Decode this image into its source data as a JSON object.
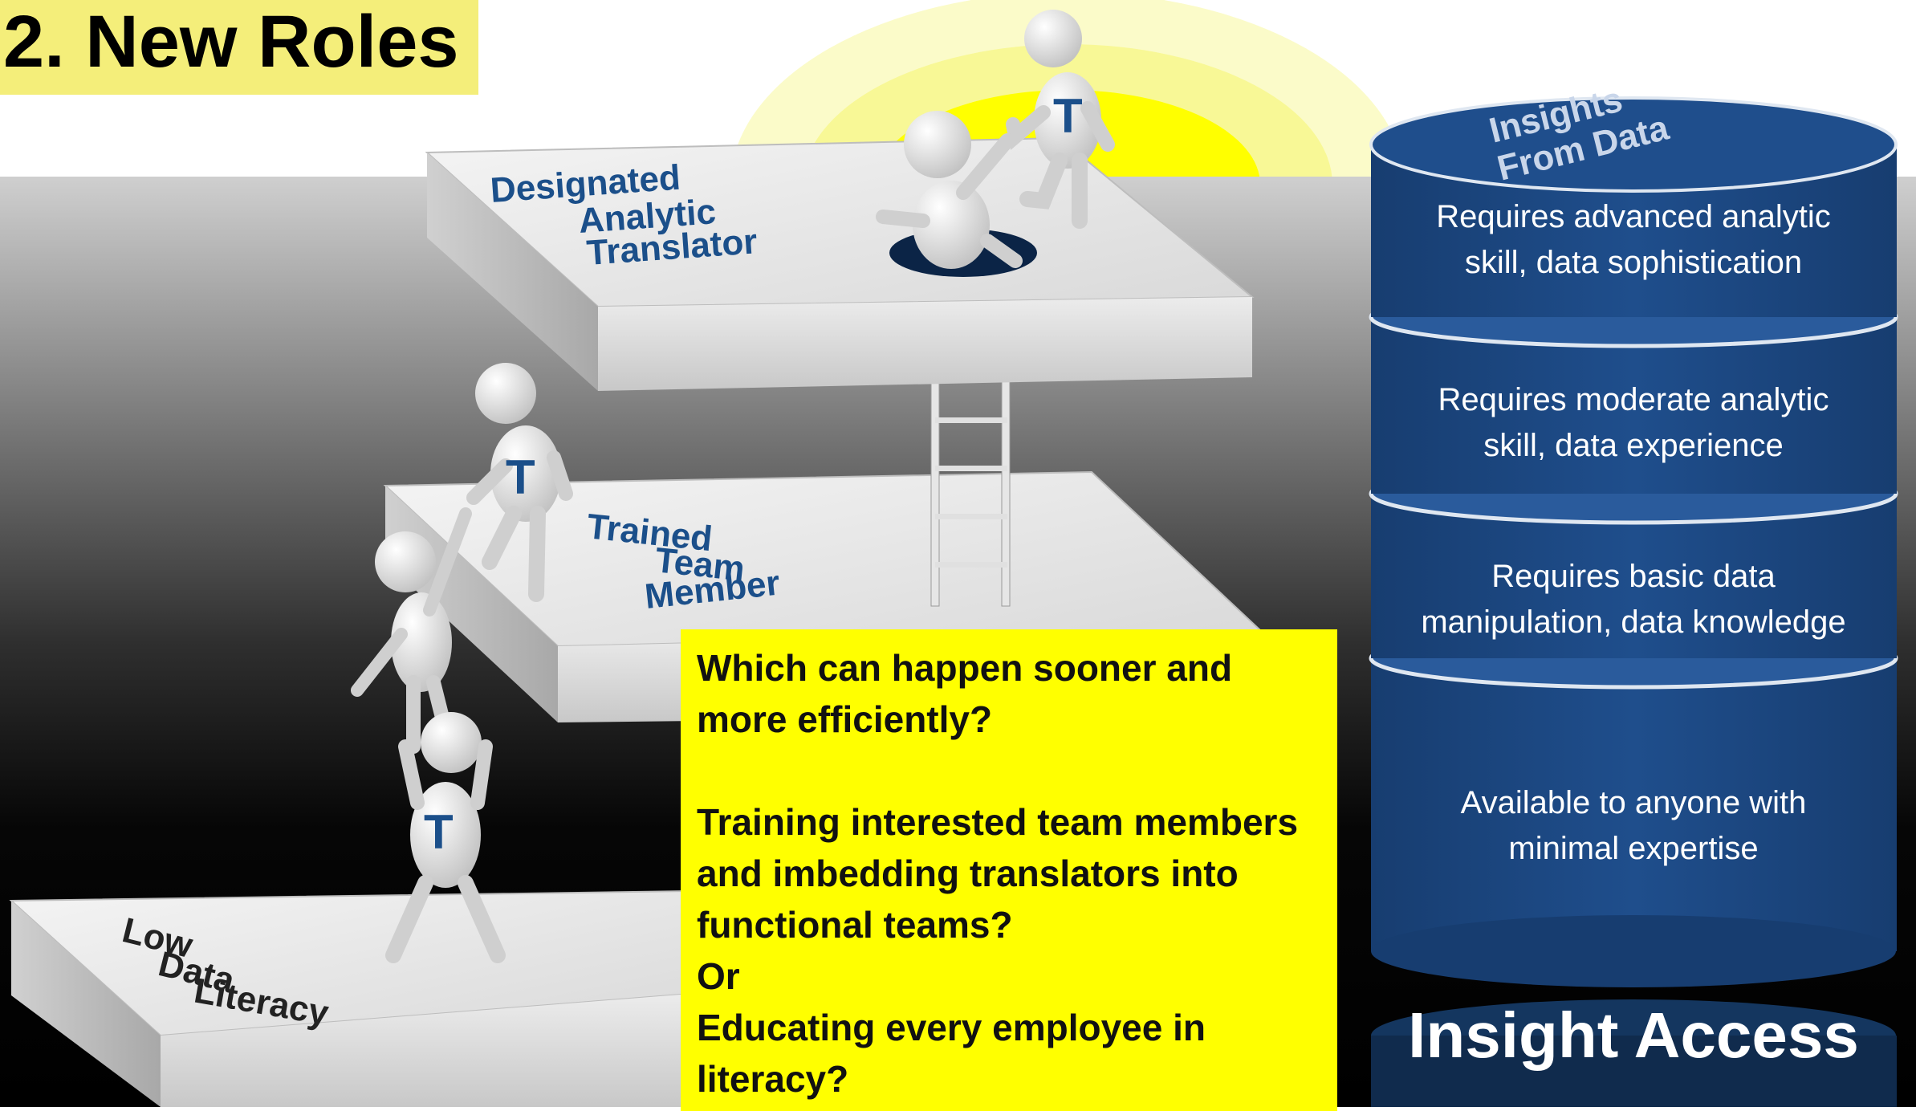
{
  "title": "2. New Roles",
  "steps": [
    {
      "id": "low",
      "lines": [
        "Low",
        "Data",
        "Literacy"
      ]
    },
    {
      "id": "trained",
      "lines": [
        "Trained",
        "Team",
        "Member"
      ]
    },
    {
      "id": "translator",
      "lines": [
        "Designated",
        "Analytic",
        "Translator"
      ]
    }
  ],
  "figure_badge": "T",
  "question": {
    "line1": "Which can happen sooner and",
    "line2": "more efficiently?",
    "line3": "Training interested team members",
    "line4": "and imbedding translators into",
    "line5": "functional teams?",
    "line6": "Or",
    "line7": "Educating every employee in",
    "line8": "literacy?"
  },
  "database": {
    "top_label_line1": "Insights",
    "top_label_line2": "From Data",
    "levels": [
      {
        "line1": "Requires advanced analytic",
        "line2": "skill, data sophistication"
      },
      {
        "line1": "Requires moderate analytic",
        "line2": "skill, data experience"
      },
      {
        "line1": "Requires basic data",
        "line2": "manipulation, data knowledge"
      },
      {
        "line1": "Available to anyone with",
        "line2": "minimal expertise"
      }
    ],
    "footer": "Insight Access"
  },
  "colors": {
    "title_bg": "#f4ee7a",
    "question_bg": "#ffff00",
    "db_blue": "#1f4e8c",
    "step_text": "#1b4f8a",
    "sun": "#ffff00"
  }
}
